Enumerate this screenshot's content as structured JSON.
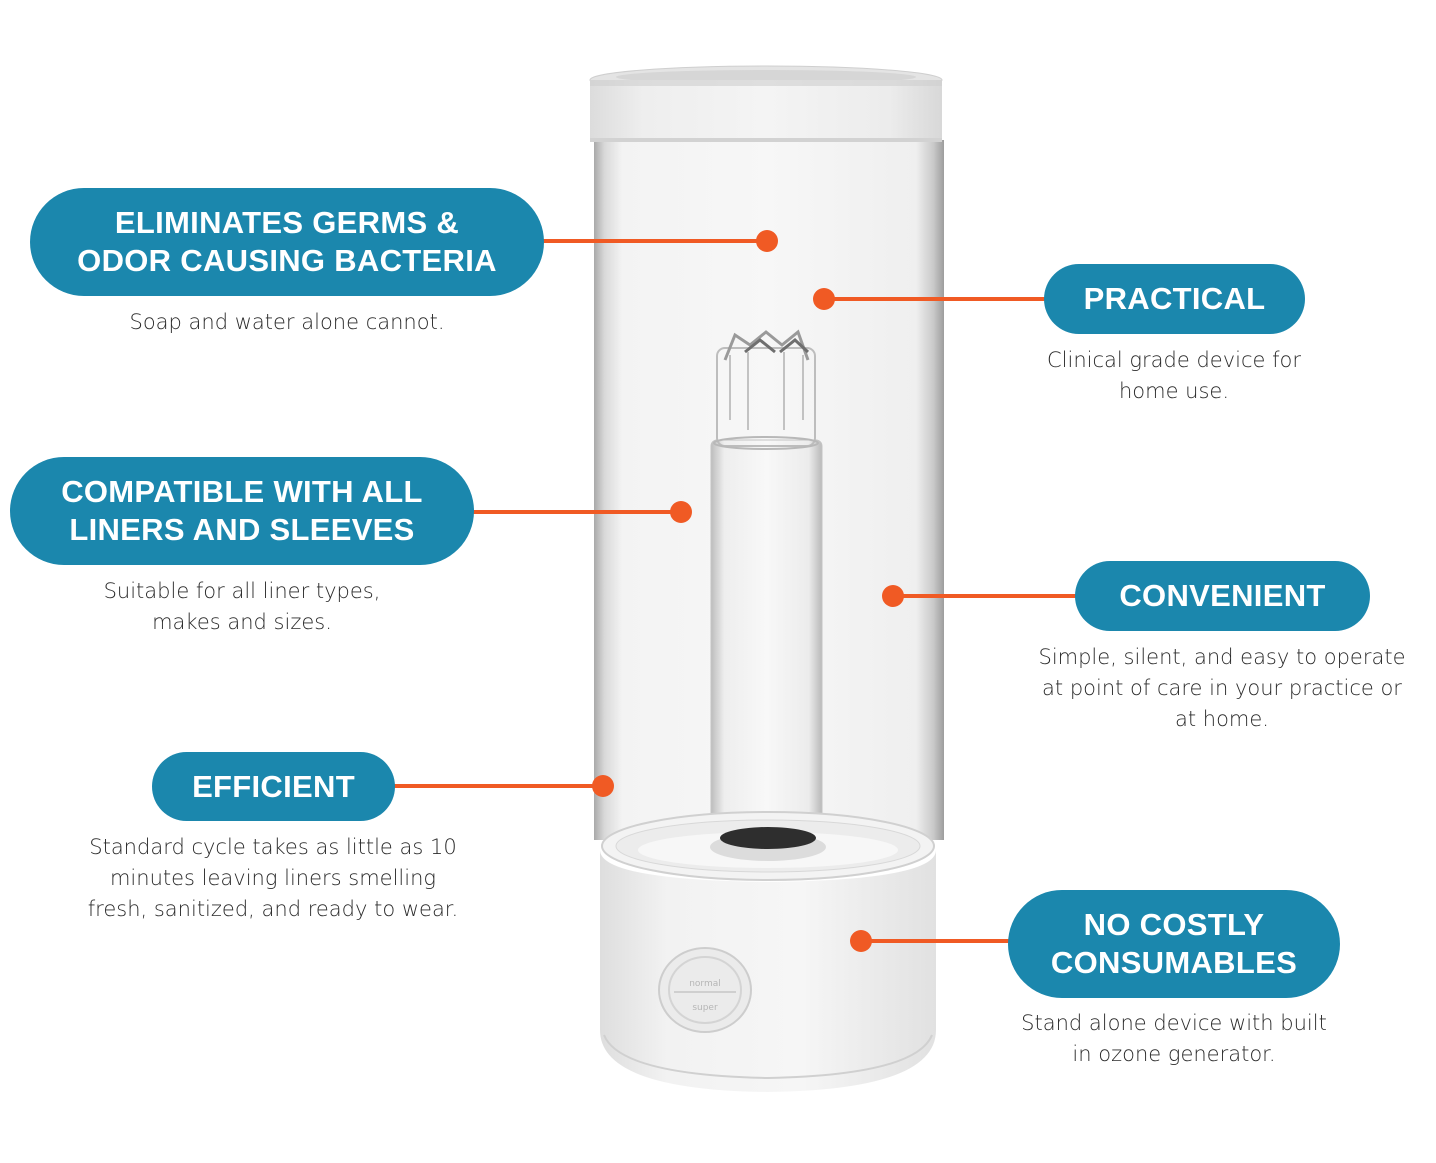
{
  "colors": {
    "pill_background": "#1b87ad",
    "pill_text": "#ffffff",
    "leader_line": "#f05a24",
    "description_text": "#2b2b2b",
    "background": "#ffffff"
  },
  "device": {
    "name": "ozone liner sanitizer",
    "button_labels": [
      "normal",
      "super"
    ]
  },
  "callouts": [
    {
      "id": "eliminates-germs",
      "title_lines": [
        "ELIMINATES GERMS &",
        "ODOR CAUSING BACTERIA"
      ],
      "description_lines": [
        "Soap and water alone cannot."
      ],
      "side": "left"
    },
    {
      "id": "practical",
      "title_lines": [
        "PRACTICAL"
      ],
      "description_lines": [
        "Clinical grade device for",
        "home use."
      ],
      "side": "right"
    },
    {
      "id": "compatible",
      "title_lines": [
        "COMPATIBLE WITH ALL",
        "LINERS AND SLEEVES"
      ],
      "description_lines": [
        "Suitable for all liner types,",
        "makes and sizes."
      ],
      "side": "left"
    },
    {
      "id": "convenient",
      "title_lines": [
        "CONVENIENT"
      ],
      "description_lines": [
        "Simple, silent, and easy to operate",
        "at point of care in your practice or",
        "at home."
      ],
      "side": "right"
    },
    {
      "id": "efficient",
      "title_lines": [
        "EFFICIENT"
      ],
      "description_lines": [
        "Standard cycle takes as little as 10",
        "minutes leaving liners smelling",
        "fresh, sanitized, and ready to wear."
      ],
      "side": "left"
    },
    {
      "id": "no-costly-consumables",
      "title_lines": [
        "NO COSTLY",
        "CONSUMABLES"
      ],
      "description_lines": [
        "Stand alone device with built",
        "in ozone generator."
      ],
      "side": "right"
    }
  ]
}
